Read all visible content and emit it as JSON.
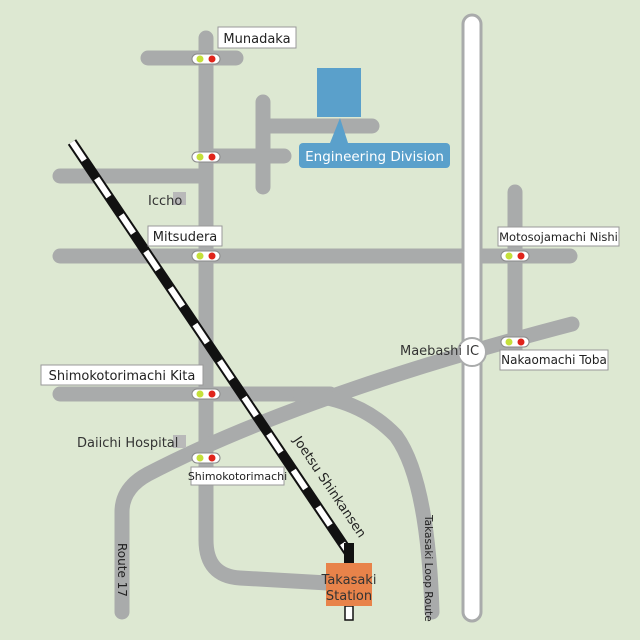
{
  "map": {
    "labels": {
      "munadaka": "Munadaka",
      "engineering_division": "Engineering Division",
      "iccho": "Iccho",
      "mitsudera": "Mitsudera",
      "motosojamachi_nishi": "Motosojamachi Nishi",
      "maebashi_ic": "Maebashi IC",
      "nakaomachi_toba": "Nakaomachi Toba",
      "shimokotorimachi_kita": "Shimokotorimachi Kita",
      "daiichi_hospital": "Daiichi Hospital",
      "shimokotorimachi": "Shimokotorimachi",
      "joetsu_shinkansen": "Joetsu Shinkansen",
      "takasaki_loop_route": "Takasaki Loop Route",
      "route_17": "Route 17",
      "takasaki_station_line1": "Takasaki",
      "takasaki_station_line2": "Station"
    },
    "colors": {
      "background": "#dde8d2",
      "road": "#a9abab",
      "road_edge": "#8f9191",
      "expressway": "#ffffff",
      "railway_dark": "#111111",
      "railway_light": "#ffffff",
      "station": "#e8834a",
      "engineering_division": "#5aa0cb",
      "signal_green": "#c5e03a",
      "signal_red": "#e0241b",
      "landmark_square": "#b9b9b9"
    }
  }
}
